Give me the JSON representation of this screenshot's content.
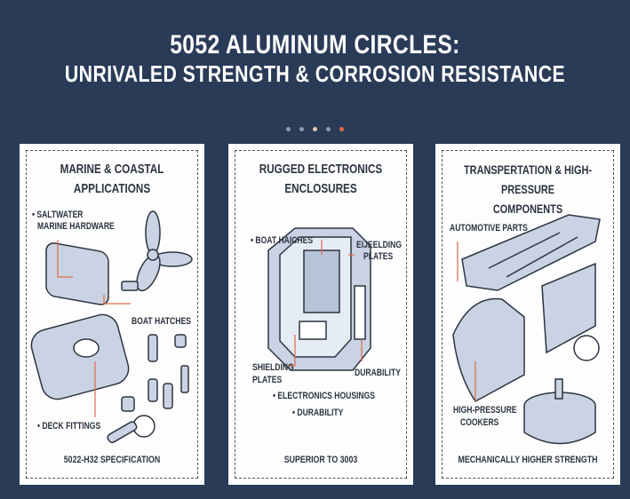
{
  "header": {
    "title_line1": "5052 ALUMINUM CIRCLES:",
    "title_line2": "UNRIVALED STRENGTH & CORROSION RESISTANCE"
  },
  "carousel": {
    "dot_count": 5,
    "active_index": 4
  },
  "panels": [
    {
      "title_line1": "MARINE & COASTAL",
      "title_line2": "APPLICATIONS",
      "labels": [
        "• SALTWATER",
        "MARINE HARDWARE",
        "BOAT HATCHES",
        "• DECK FITTINGS"
      ],
      "footer": "5022-H32 SPECIFICATION"
    },
    {
      "title_line1": "RUGGED ELECTRONICS",
      "title_line2": "ENCLOSURES",
      "labels": [
        "• BOAT HAICHES",
        "EIJEELDING",
        "PLATES",
        "SHIELDING",
        "PLATES",
        "DURABILITY",
        "• ELECTRONICS HOUSINGS",
        "• DURABILITY"
      ],
      "footer": "SUPERIOR TO 3003"
    },
    {
      "title_line1": "TRANSPERTATION & HIGH-PRESSURE",
      "title_line2": "COMPONENTS",
      "labels": [
        "AUTOMOTIVE PARTS",
        "HIGH-PRESSURE",
        "COOKERS"
      ],
      "footer": "MECHANICALLY HIGHER STRENGTH"
    }
  ],
  "colors": {
    "background": "#2a3b58",
    "accent": "#e06a48",
    "metal": "#c9d3e3"
  }
}
